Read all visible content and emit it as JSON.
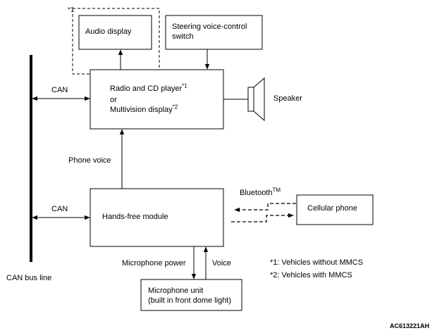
{
  "footnote_marker": "*1",
  "blocks": {
    "audio_display": "Audio display",
    "steering_switch": [
      "Steering voice-control",
      "switch"
    ],
    "radio_line1": "Radio and CD player",
    "radio_line1_sup": "*1",
    "radio_line2": "or",
    "radio_line3": "Multivision display",
    "radio_line3_sup": "*2",
    "speaker": "Speaker",
    "hands_free": "Hands-free module",
    "cellular": "Cellular phone",
    "microphone": [
      "Microphone unit",
      "(built in front dome light)"
    ]
  },
  "signals": {
    "can_top": "CAN",
    "can_bottom": "CAN",
    "phone_voice": "Phone voice",
    "bluetooth": "Bluetooth",
    "bluetooth_sup": "TM",
    "mic_power": "Microphone power",
    "voice": "Voice"
  },
  "bus_label": "CAN bus line",
  "notes": [
    "*1: Vehicles without MMCS",
    "*2: Vehicles with MMCS"
  ],
  "figure_id": "AC613221AH"
}
